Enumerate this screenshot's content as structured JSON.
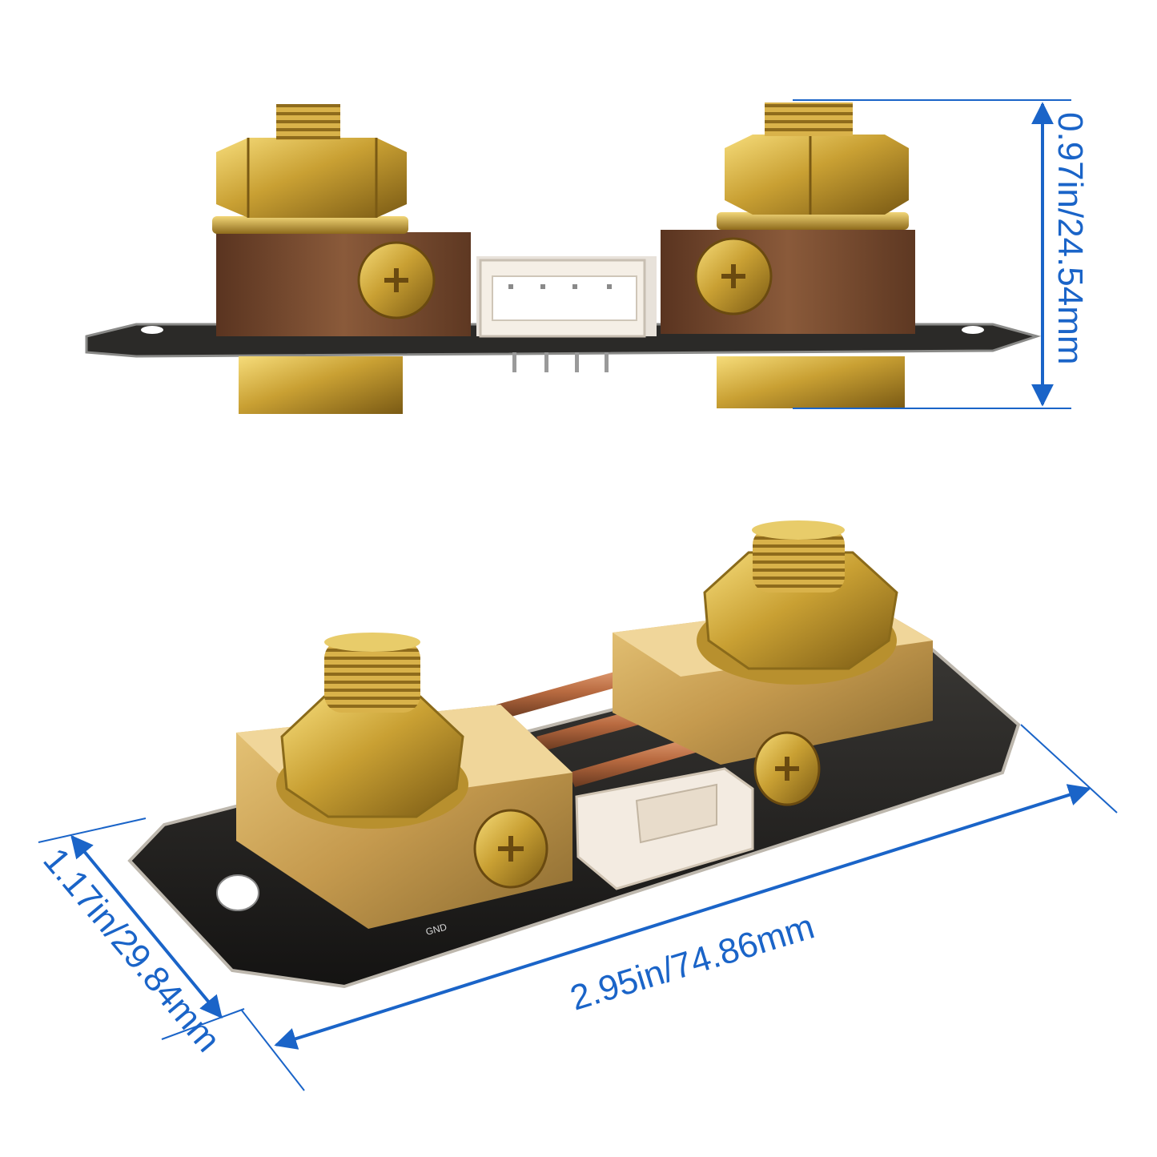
{
  "dimensions": {
    "height_label": "0.97in/24.54mm",
    "width_label": "1.17in/29.84mm",
    "length_label": "2.95in/74.86mm"
  },
  "board": {
    "silkscreen_label": "GND"
  },
  "colors": {
    "dimension_line": "#1a64c8",
    "brass": "#c9a033",
    "copper_block": "#7a4a2c",
    "pcb": "#1c1b19",
    "connector": "#f3ebe1"
  }
}
